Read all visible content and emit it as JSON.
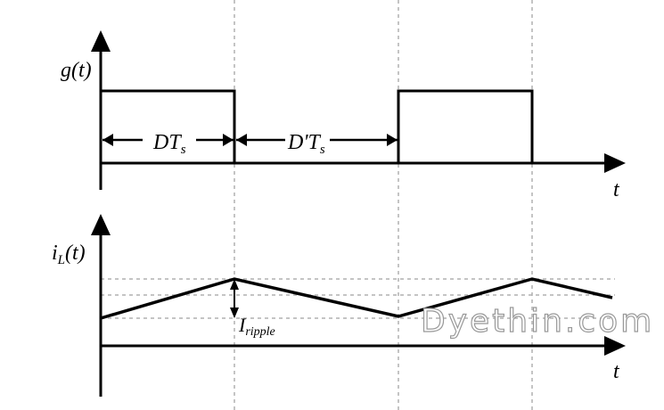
{
  "top_plot": {
    "ylabel": "g(t)",
    "xlabel": "t",
    "dim1_label": "DT",
    "dim1_sub": "s",
    "dim2_label": "D'T",
    "dim2_sub": "s"
  },
  "bottom_plot": {
    "ylabel_main": "i",
    "ylabel_sub": "L",
    "ylabel_tail": "(t)",
    "xlabel": "t",
    "ripple_main": "I",
    "ripple_sub": "ripple"
  },
  "watermark": "Dyethin.com",
  "colors": {
    "line": "#000000",
    "guide": "#b0b0b0"
  }
}
